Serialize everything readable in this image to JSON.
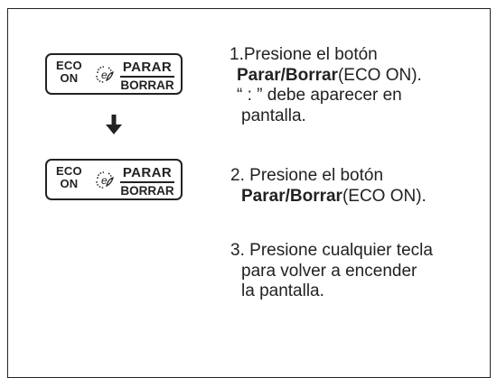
{
  "keys": [
    {
      "eco_top": "ECO",
      "eco_bottom": "ON",
      "icon": "eco-leaf-icon",
      "top": "PARAR",
      "bottom": "BORRAR"
    },
    {
      "eco_top": "ECO",
      "eco_bottom": "ON",
      "icon": "eco-leaf-icon",
      "top": "PARAR",
      "bottom": "BORRAR"
    }
  ],
  "arrow_icon": "down-arrow-icon",
  "steps": [
    {
      "number": "1.",
      "lines": [
        "Presione el botón",
        "Parar/Borrar",
        "(ECO ON).",
        "“ : ” debe aparecer en",
        "pantalla."
      ]
    },
    {
      "number": "2.",
      "lines": [
        "Presione el botón",
        "Parar/Borrar",
        "(ECO ON)."
      ]
    },
    {
      "number": "3.",
      "lines": [
        "Presione cualquier tecla",
        "para volver a encender",
        "la pantalla."
      ]
    }
  ]
}
